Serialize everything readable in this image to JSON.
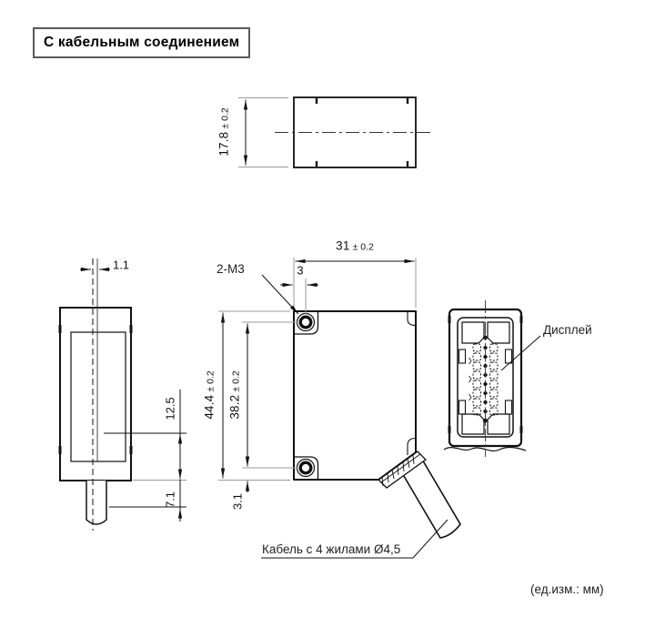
{
  "title": "С кабельным соединением",
  "units_note": "(ед.изм.: мм)",
  "annotations": {
    "screw_thread": "2-М3",
    "display": "Дисплей",
    "cable": "Кабель с 4 жилами Ø4,5"
  },
  "dimensions": {
    "depth": {
      "value": "17.8",
      "tolerance": "± 0.2"
    },
    "width": {
      "value": "31",
      "tolerance": "± 0.2"
    },
    "height": {
      "value": "44.4",
      "tolerance": "± 0.2"
    },
    "mounting_hole_spacing": {
      "value": "38.2",
      "tolerance": "± 0.2"
    },
    "hole_to_left_edge": "3",
    "hole_to_bottom_edge": "3.1",
    "beam_axis_offset": "1.1",
    "beam_axis_to_bottom": "12.5",
    "cable_bush_length": "7.1"
  }
}
